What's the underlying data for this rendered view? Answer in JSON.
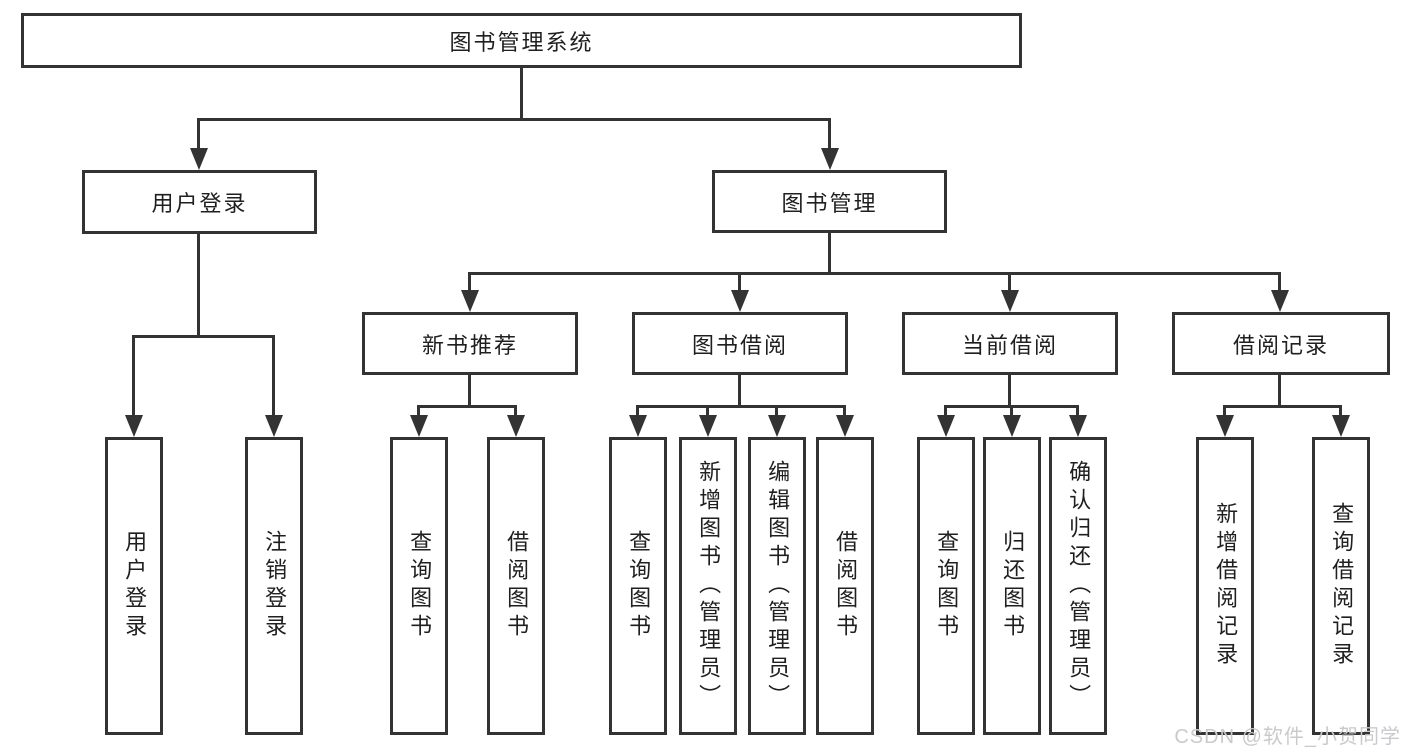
{
  "diagram": {
    "root": "图书管理系统",
    "children": [
      {
        "label": "用户登录",
        "children": [
          {
            "label": "用户登录"
          },
          {
            "label": "注销登录"
          }
        ]
      },
      {
        "label": "图书管理",
        "children": [
          {
            "label": "新书推荐",
            "children": [
              {
                "label": "查询图书"
              },
              {
                "label": "借阅图书"
              }
            ]
          },
          {
            "label": "图书借阅",
            "children": [
              {
                "label": "查询图书"
              },
              {
                "label": "新增图书（管理员）"
              },
              {
                "label": "编辑图书（管理员）"
              },
              {
                "label": "借阅图书"
              }
            ]
          },
          {
            "label": "当前借阅",
            "children": [
              {
                "label": "查询图书"
              },
              {
                "label": "归还图书"
              },
              {
                "label": "确认归还（管理员）"
              }
            ]
          },
          {
            "label": "借阅记录",
            "children": [
              {
                "label": "新增借阅记录"
              },
              {
                "label": "查询借阅记录"
              }
            ]
          }
        ]
      }
    ]
  },
  "watermark": {
    "text": "CSDN @软件_小贺同学"
  },
  "colors": {
    "line": "#333333",
    "box_border": "#333333",
    "box_fill": "#ffffff",
    "text": "#1f1f1f",
    "watermark": "#c9cacd",
    "background": "#ffffff"
  }
}
